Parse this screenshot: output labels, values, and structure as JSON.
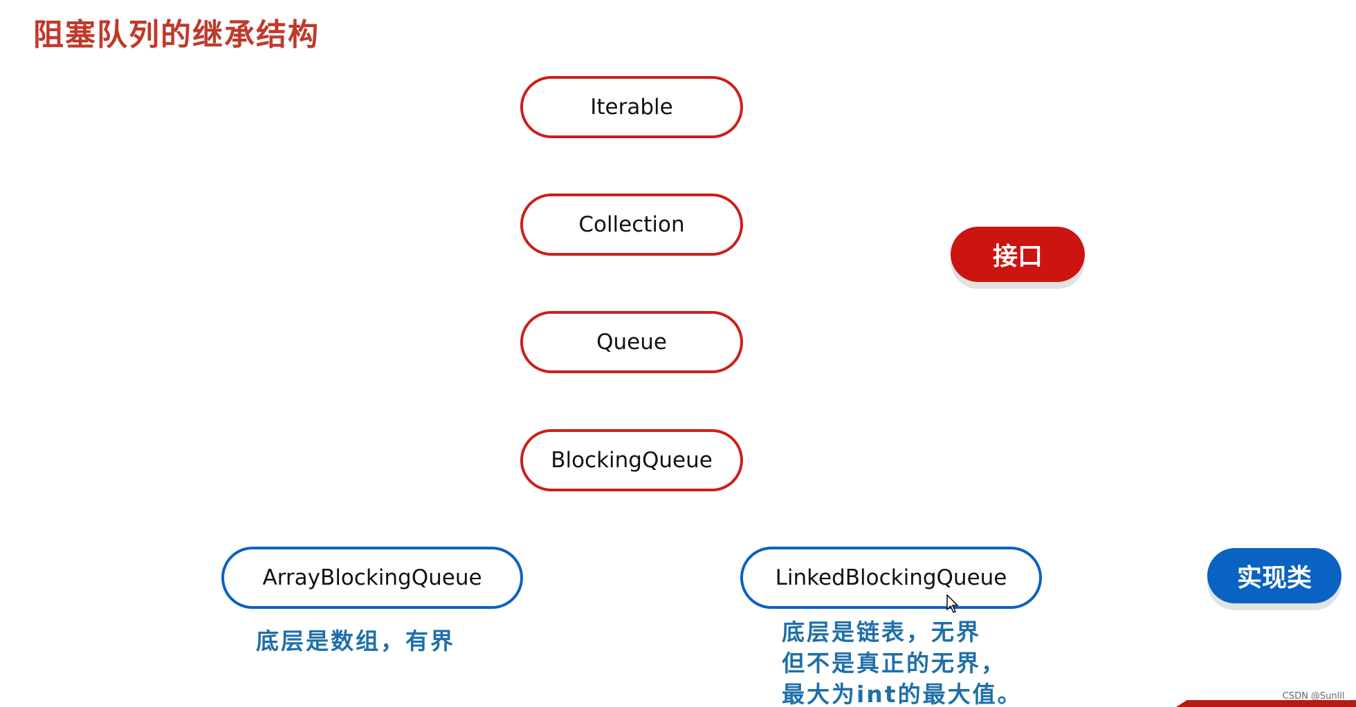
{
  "title": "阻塞队列的继承结构",
  "interfaces": [
    {
      "name": "Iterable"
    },
    {
      "name": "Collection"
    },
    {
      "name": "Queue"
    },
    {
      "name": "BlockingQueue"
    }
  ],
  "implementations": [
    {
      "name": "ArrayBlockingQueue",
      "note": [
        "底层是数组，有界"
      ]
    },
    {
      "name": "LinkedBlockingQueue",
      "note": [
        "底层是链表，无界",
        "但不是真正的无界，",
        "最大为int的最大值。"
      ]
    }
  ],
  "legend": {
    "interface_label": "接口",
    "impl_label": "实现类"
  },
  "colors": {
    "interface_border": "#cc1f1a",
    "impl_border": "#0a62c2",
    "title": "#c0392b",
    "note": "#1f6fa8"
  },
  "watermark": "CSDN @Sunlll_"
}
